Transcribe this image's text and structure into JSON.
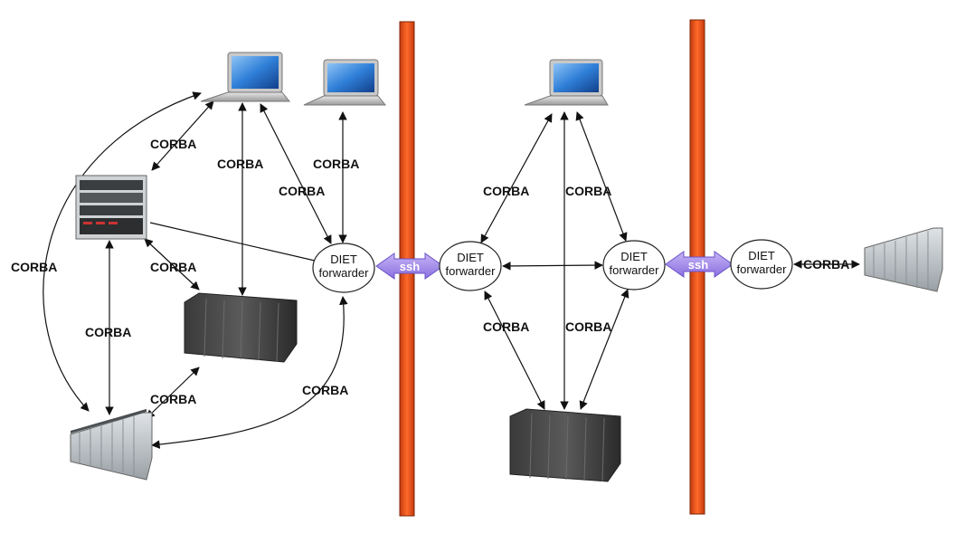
{
  "labels": {
    "protocol": "CORBA",
    "tunnel": "ssh",
    "forwarder_line1": "DIET",
    "forwarder_line2": "forwarder"
  },
  "colors": {
    "firewall": "#e8501a",
    "ssh": "#a78be8",
    "line": "#111111"
  },
  "icons": {
    "laptop": "laptop-icon",
    "server": "rack-server-icon",
    "cluster": "cluster-icon",
    "supercomputer": "supercomputer-icon",
    "firewall": "firewall-icon"
  }
}
